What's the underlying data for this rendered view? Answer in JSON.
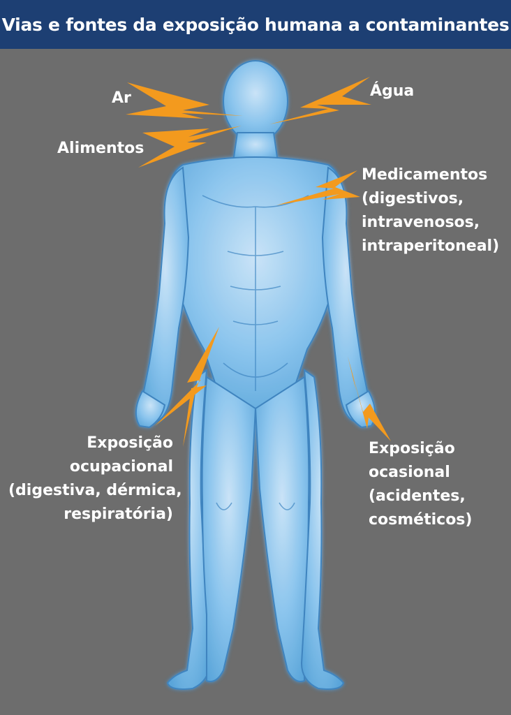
{
  "title": "Vias e fontes da exposição humana a contaminantes",
  "colors": {
    "header_bg": "#1d3f73",
    "background": "#6d6d6d",
    "arrow": "#f39a1e",
    "body_glow": "#7fc6ff"
  },
  "labels": {
    "ar": "Ar",
    "agua": "Água",
    "alimentos": "Alimentos",
    "medicamentos": [
      "Medicamentos",
      "(digestivos,",
      "intravenosos,",
      "intraperitoneal)"
    ],
    "ocupacional": [
      "Exposição",
      "ocupacional",
      "(digestiva, dérmica,",
      "respiratória)"
    ],
    "ocasional": [
      "Exposição",
      "ocasional",
      "(acidentes,",
      "cosméticos)"
    ]
  }
}
